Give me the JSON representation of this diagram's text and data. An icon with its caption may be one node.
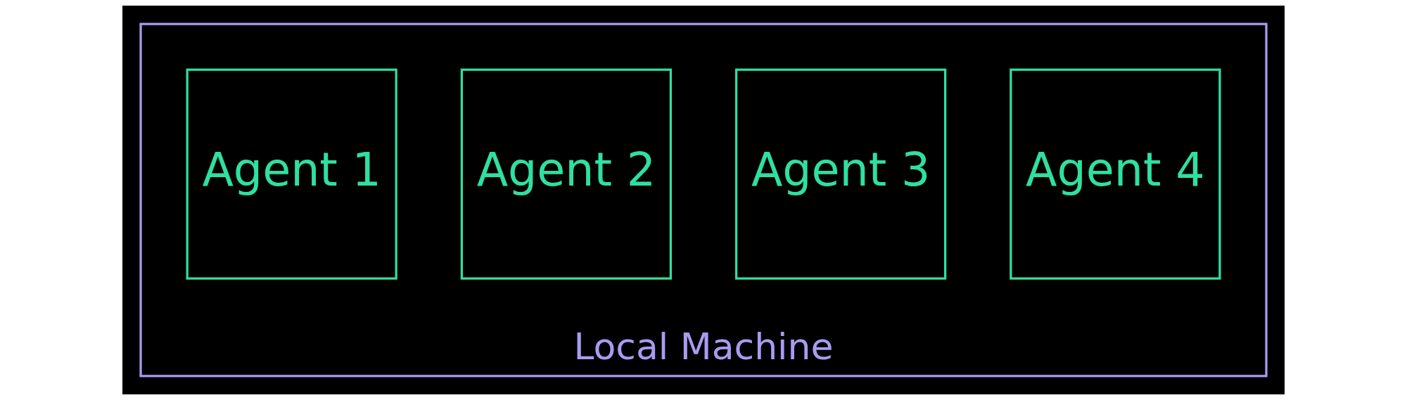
{
  "diagram": {
    "nodes": [
      {
        "text": [
          "Local Machine"
        ]
      },
      {
        "text": [
          "Agent 1"
        ],
        "in": 0
      },
      {
        "text": [
          "Agent 2"
        ],
        "in": 0
      },
      {
        "text": [
          "Agent 3"
        ],
        "in": 0
      },
      {
        "text": [
          "Agent 4"
        ],
        "in": 0
      }
    ]
  }
}
